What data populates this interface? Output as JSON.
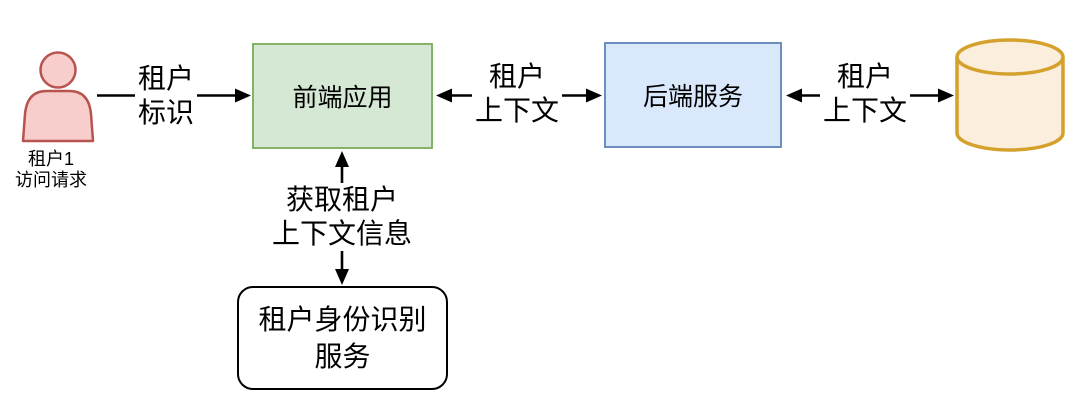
{
  "diagram": {
    "type": "flow-diagram",
    "background": "#ffffff",
    "actor": {
      "label_line1": "租户1",
      "label_line2": "访问请求",
      "fill": "#f8cecc",
      "stroke": "#b85450"
    },
    "nodes": {
      "frontend": {
        "label": "前端应用",
        "fill": "#d5e8d4",
        "stroke": "#82b366",
        "shape": "rectangle"
      },
      "backend": {
        "label": "后端服务",
        "fill": "#dae8fc",
        "stroke": "#6c8ebf",
        "shape": "rectangle"
      },
      "identity_service": {
        "label_line1": "租户身份识别",
        "label_line2": "服务",
        "fill": "#ffffff",
        "stroke": "#000000",
        "shape": "rounded-rectangle"
      },
      "database": {
        "icon": "database-cylinder",
        "fill": "#fceedd",
        "stroke": "#d4a12c",
        "shape": "cylinder"
      }
    },
    "edges": {
      "actor_to_frontend": {
        "label_line1": "租户",
        "label_line2": "标识",
        "direction": "right",
        "color": "#000000"
      },
      "frontend_backend": {
        "label_line1": "租户",
        "label_line2": "上下文",
        "direction": "both",
        "color": "#000000"
      },
      "backend_database": {
        "label_line1": "租户",
        "label_line2": "上下文",
        "direction": "both",
        "color": "#000000"
      },
      "frontend_identity": {
        "label_line1": "获取租户",
        "label_line2": "上下文信息",
        "direction": "both",
        "color": "#000000"
      }
    }
  }
}
